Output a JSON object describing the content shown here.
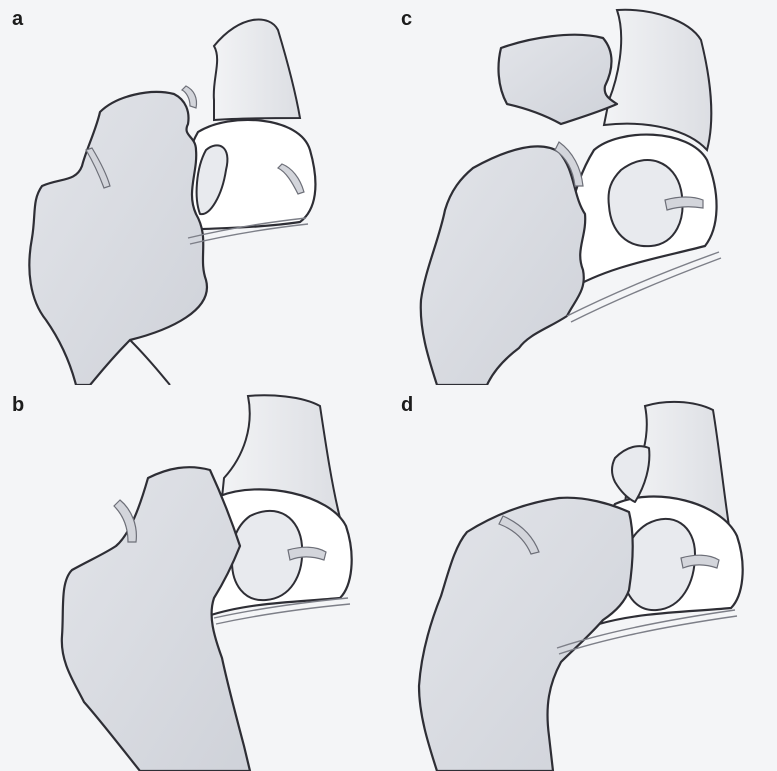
{
  "figure": {
    "panels": [
      {
        "id": "a",
        "label": "a"
      },
      {
        "id": "b",
        "label": "b"
      },
      {
        "id": "c",
        "label": "c"
      },
      {
        "id": "d",
        "label": "d"
      }
    ]
  },
  "colors": {
    "background": "#f4f5f7",
    "bone_fill": "#d9dbe1",
    "outline": "#2e2e35",
    "capsule_fill": "#ffffff"
  }
}
